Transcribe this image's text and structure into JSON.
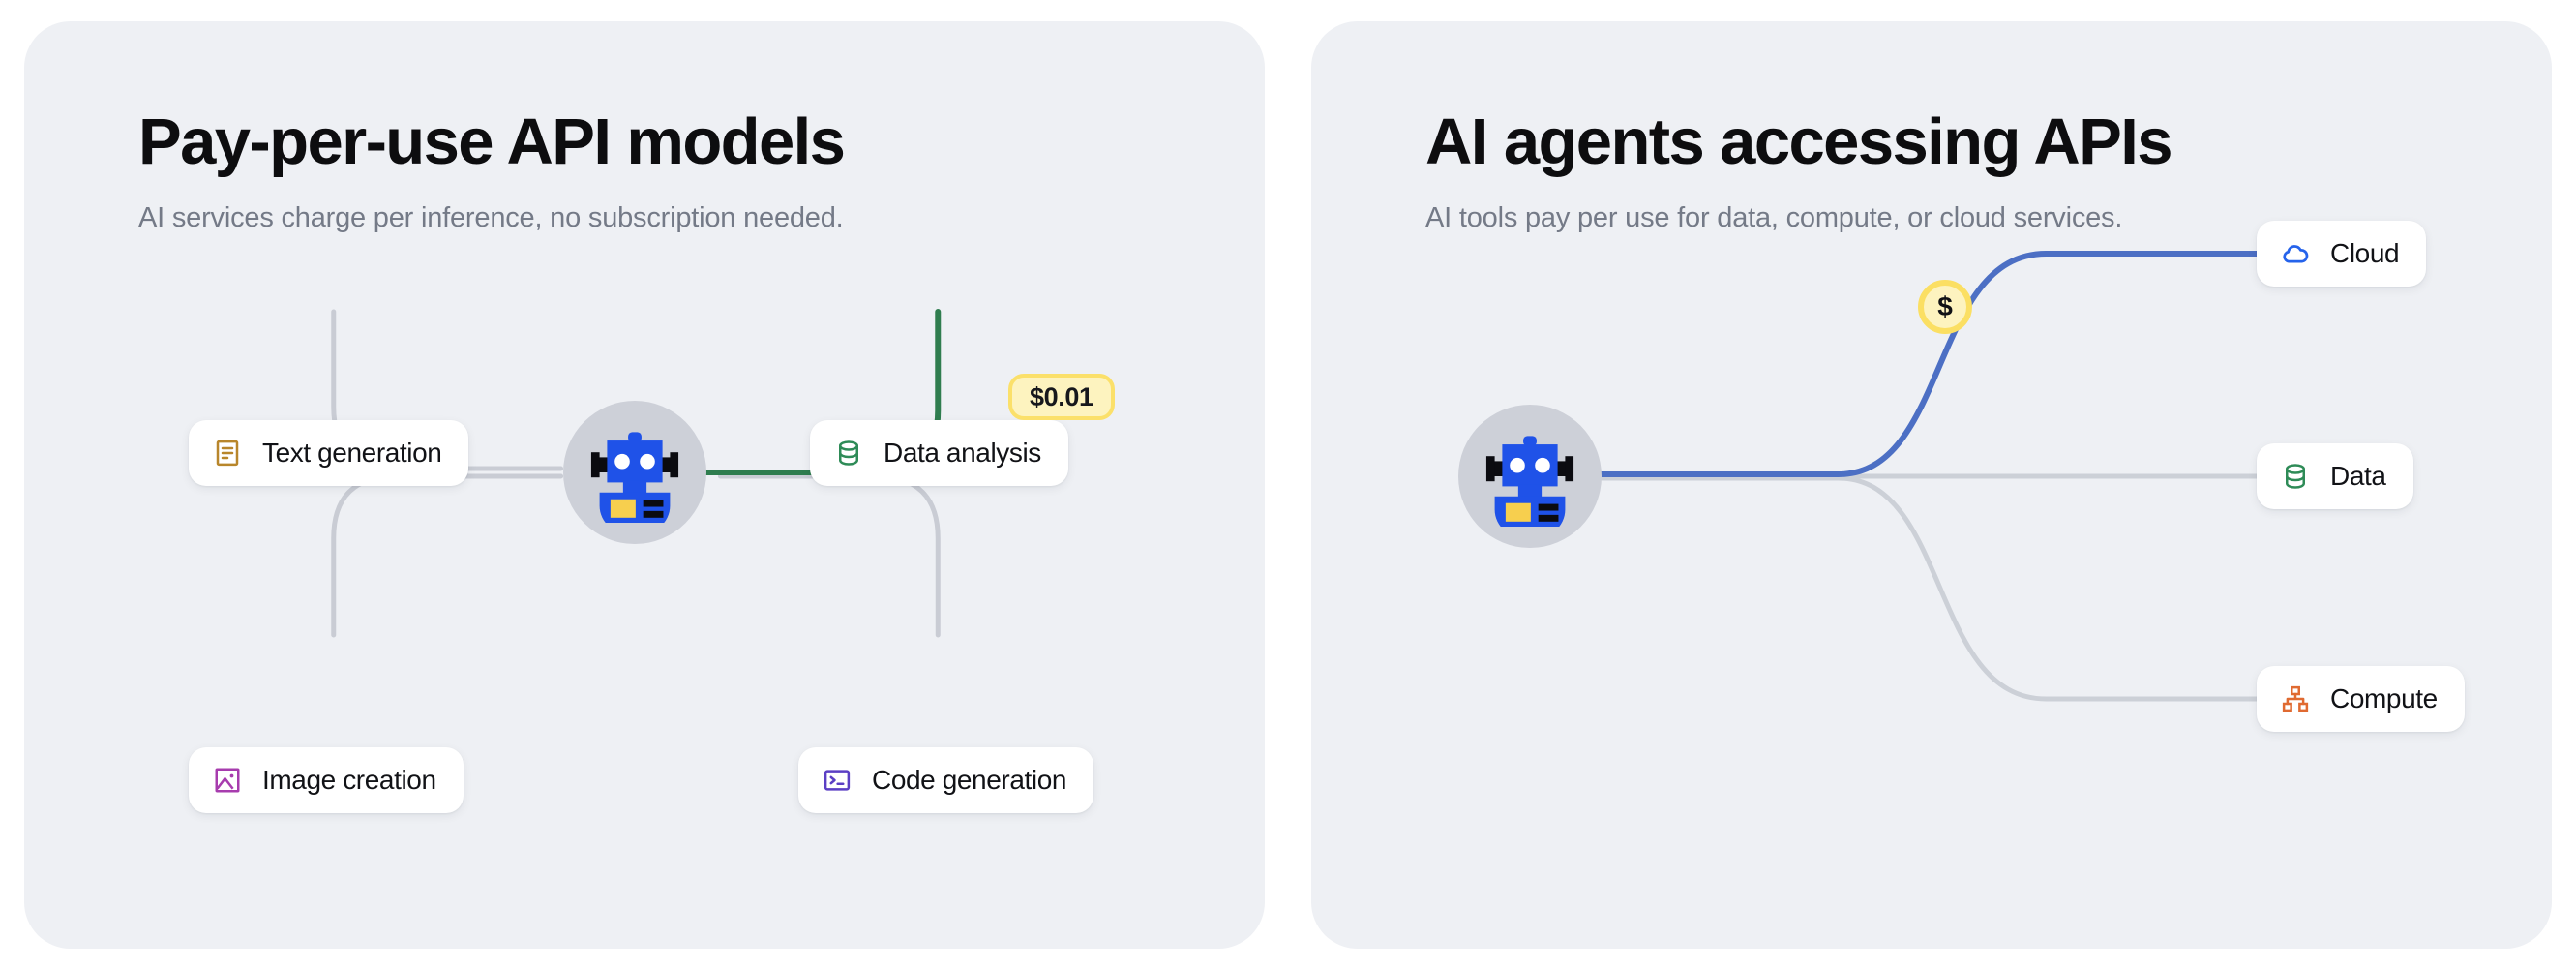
{
  "panels": [
    {
      "id": "pay-per-use",
      "title": "Pay-per-use API models",
      "subtitle": "AI services charge per inference, no subscription needed.",
      "agent": {
        "name": "ai-agent-robot",
        "label": "AI agent"
      },
      "price_badge": {
        "text": "$0.01",
        "attached_to": "Data analysis"
      },
      "nodes": [
        {
          "id": "text-generation",
          "label": "Text generation",
          "icon": "document-text-icon",
          "icon_color": "#b8862b",
          "active": false
        },
        {
          "id": "data-analysis",
          "label": "Data analysis",
          "icon": "database-icon",
          "icon_color": "#2e8b57",
          "active": true
        },
        {
          "id": "image-creation",
          "label": "Image creation",
          "icon": "image-icon",
          "icon_color": "#a73cae",
          "active": false
        },
        {
          "id": "code-generation",
          "label": "Code generation",
          "icon": "terminal-icon",
          "icon_color": "#5b3fc4",
          "active": false
        }
      ],
      "edges": [
        {
          "from": "agent",
          "to": "text-generation",
          "active": false,
          "color": "#c9ccd4"
        },
        {
          "from": "agent",
          "to": "data-analysis",
          "active": true,
          "color": "#2f7d4f"
        },
        {
          "from": "agent",
          "to": "image-creation",
          "active": false,
          "color": "#c9ccd4"
        },
        {
          "from": "agent",
          "to": "code-generation",
          "active": false,
          "color": "#c9ccd4"
        }
      ]
    },
    {
      "id": "ai-agents-apis",
      "title": "AI agents accessing APIs",
      "subtitle": "AI tools pay per use for data, compute, or cloud services.",
      "agent": {
        "name": "ai-agent-robot",
        "label": "AI agent"
      },
      "coin": {
        "symbol": "$",
        "on_edge": "Cloud"
      },
      "nodes": [
        {
          "id": "cloud",
          "label": "Cloud",
          "icon": "cloud-icon",
          "icon_color": "#2563eb",
          "active": true
        },
        {
          "id": "data",
          "label": "Data",
          "icon": "database-icon",
          "icon_color": "#2e8b57",
          "active": false
        },
        {
          "id": "compute",
          "label": "Compute",
          "icon": "sitemap-icon",
          "icon_color": "#e06a31",
          "active": false
        }
      ],
      "edges": [
        {
          "from": "agent",
          "to": "cloud",
          "active": true,
          "color": "#4c6fc4"
        },
        {
          "from": "agent",
          "to": "data",
          "active": false,
          "color": "#ccd0d7"
        },
        {
          "from": "agent",
          "to": "compute",
          "active": false,
          "color": "#ccd0d7"
        }
      ]
    }
  ],
  "theme": {
    "page_background": "#ffffff",
    "panel_background": "#eef0f4",
    "pill_background": "#ffffff",
    "title_color": "#0d0d0f",
    "subtitle_color": "#747a87",
    "badge_fill": "#fdf3bf",
    "badge_border": "#fbe06a",
    "robot_body": "#1f52e8",
    "robot_halo": "#cdd0d8",
    "robot_accent": "#f7cf4e"
  }
}
